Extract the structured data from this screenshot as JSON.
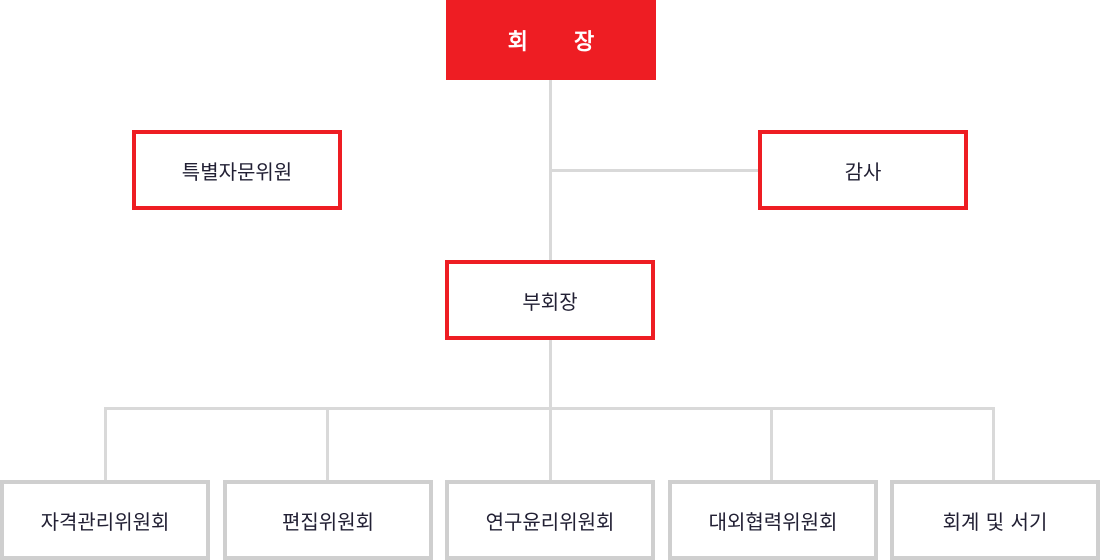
{
  "chairman": {
    "label": "회      장"
  },
  "advisory": {
    "label": "특별자문위원"
  },
  "auditor": {
    "label": "감사"
  },
  "vice_chairman": {
    "label": "부회장"
  },
  "committees": [
    {
      "label": "자격관리위원회"
    },
    {
      "label": "편집위원회"
    },
    {
      "label": "연구윤리위원회"
    },
    {
      "label": "대외협력위원회"
    },
    {
      "label": "회계 및 서기"
    }
  ],
  "colors": {
    "accent": "#ee1d23",
    "line": "#d9d9d9",
    "gray_border": "#cfcfcf",
    "text": "#222034"
  }
}
